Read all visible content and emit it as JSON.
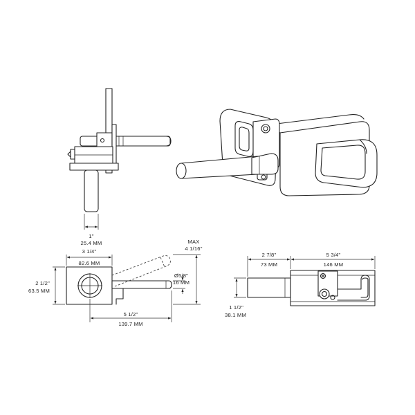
{
  "dimensions": {
    "bottom_pin_imperial": "1\"",
    "bottom_pin_metric": "25.4 MM",
    "top_width_imperial": "3 1/4\"",
    "top_width_metric": "82.6 MM",
    "top_height_imperial": "2 1/2\"",
    "top_height_metric": "63.5 MM",
    "max_label": "MAX",
    "max_swing_imperial": "4 1/16\"",
    "pin_diameter_imperial": "Ø5/8\"",
    "pin_diameter_metric": "16 MM",
    "overall_length_imperial": "5 1/2\"",
    "overall_length_metric": "139.7 MM",
    "plan_a_imperial": "2 7/8\"",
    "plan_a_metric": "73 MM",
    "plan_b_imperial": "5 3/4\"",
    "plan_b_metric": "146 MM",
    "plan_height_imperial": "1 1/2\"",
    "plan_height_metric": "38.1 MM"
  }
}
